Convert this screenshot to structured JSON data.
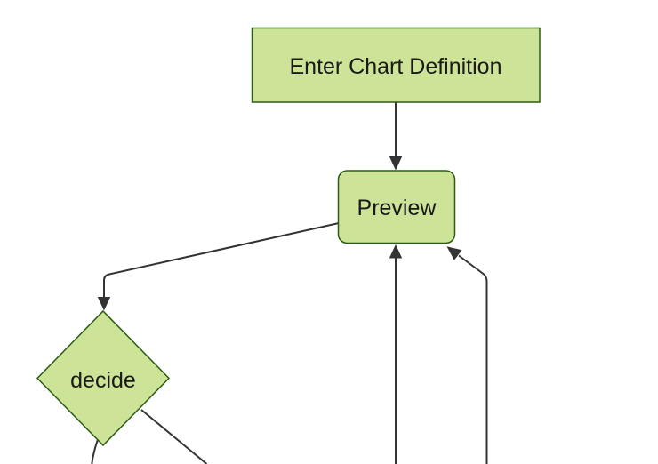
{
  "diagram": {
    "type": "flowchart",
    "background_color": "#ffffff",
    "node_fill_color": "#cde498",
    "node_border_color": "#2a5c14",
    "edge_color": "#333333",
    "text_color": "#1a1a1a",
    "nodes": [
      {
        "id": "enter-chart-definition",
        "label": "Enter Chart Definition",
        "shape": "rectangle"
      },
      {
        "id": "preview",
        "label": "Preview",
        "shape": "rounded-rectangle"
      },
      {
        "id": "decide",
        "label": "decide",
        "shape": "diamond"
      }
    ],
    "edges": [
      {
        "from": "enter-chart-definition",
        "to": "preview",
        "arrowhead": true
      },
      {
        "from": "preview",
        "to": "decide",
        "arrowhead": true
      },
      {
        "from": "offscreen-bottom-center",
        "to": "preview",
        "arrowhead": true
      },
      {
        "from": "offscreen-bottom-right",
        "to": "preview",
        "arrowhead": true
      },
      {
        "from": "decide",
        "to": "offscreen-bottom-left",
        "arrowhead": false
      },
      {
        "from": "decide",
        "to": "offscreen-bottom",
        "arrowhead": false
      }
    ]
  }
}
